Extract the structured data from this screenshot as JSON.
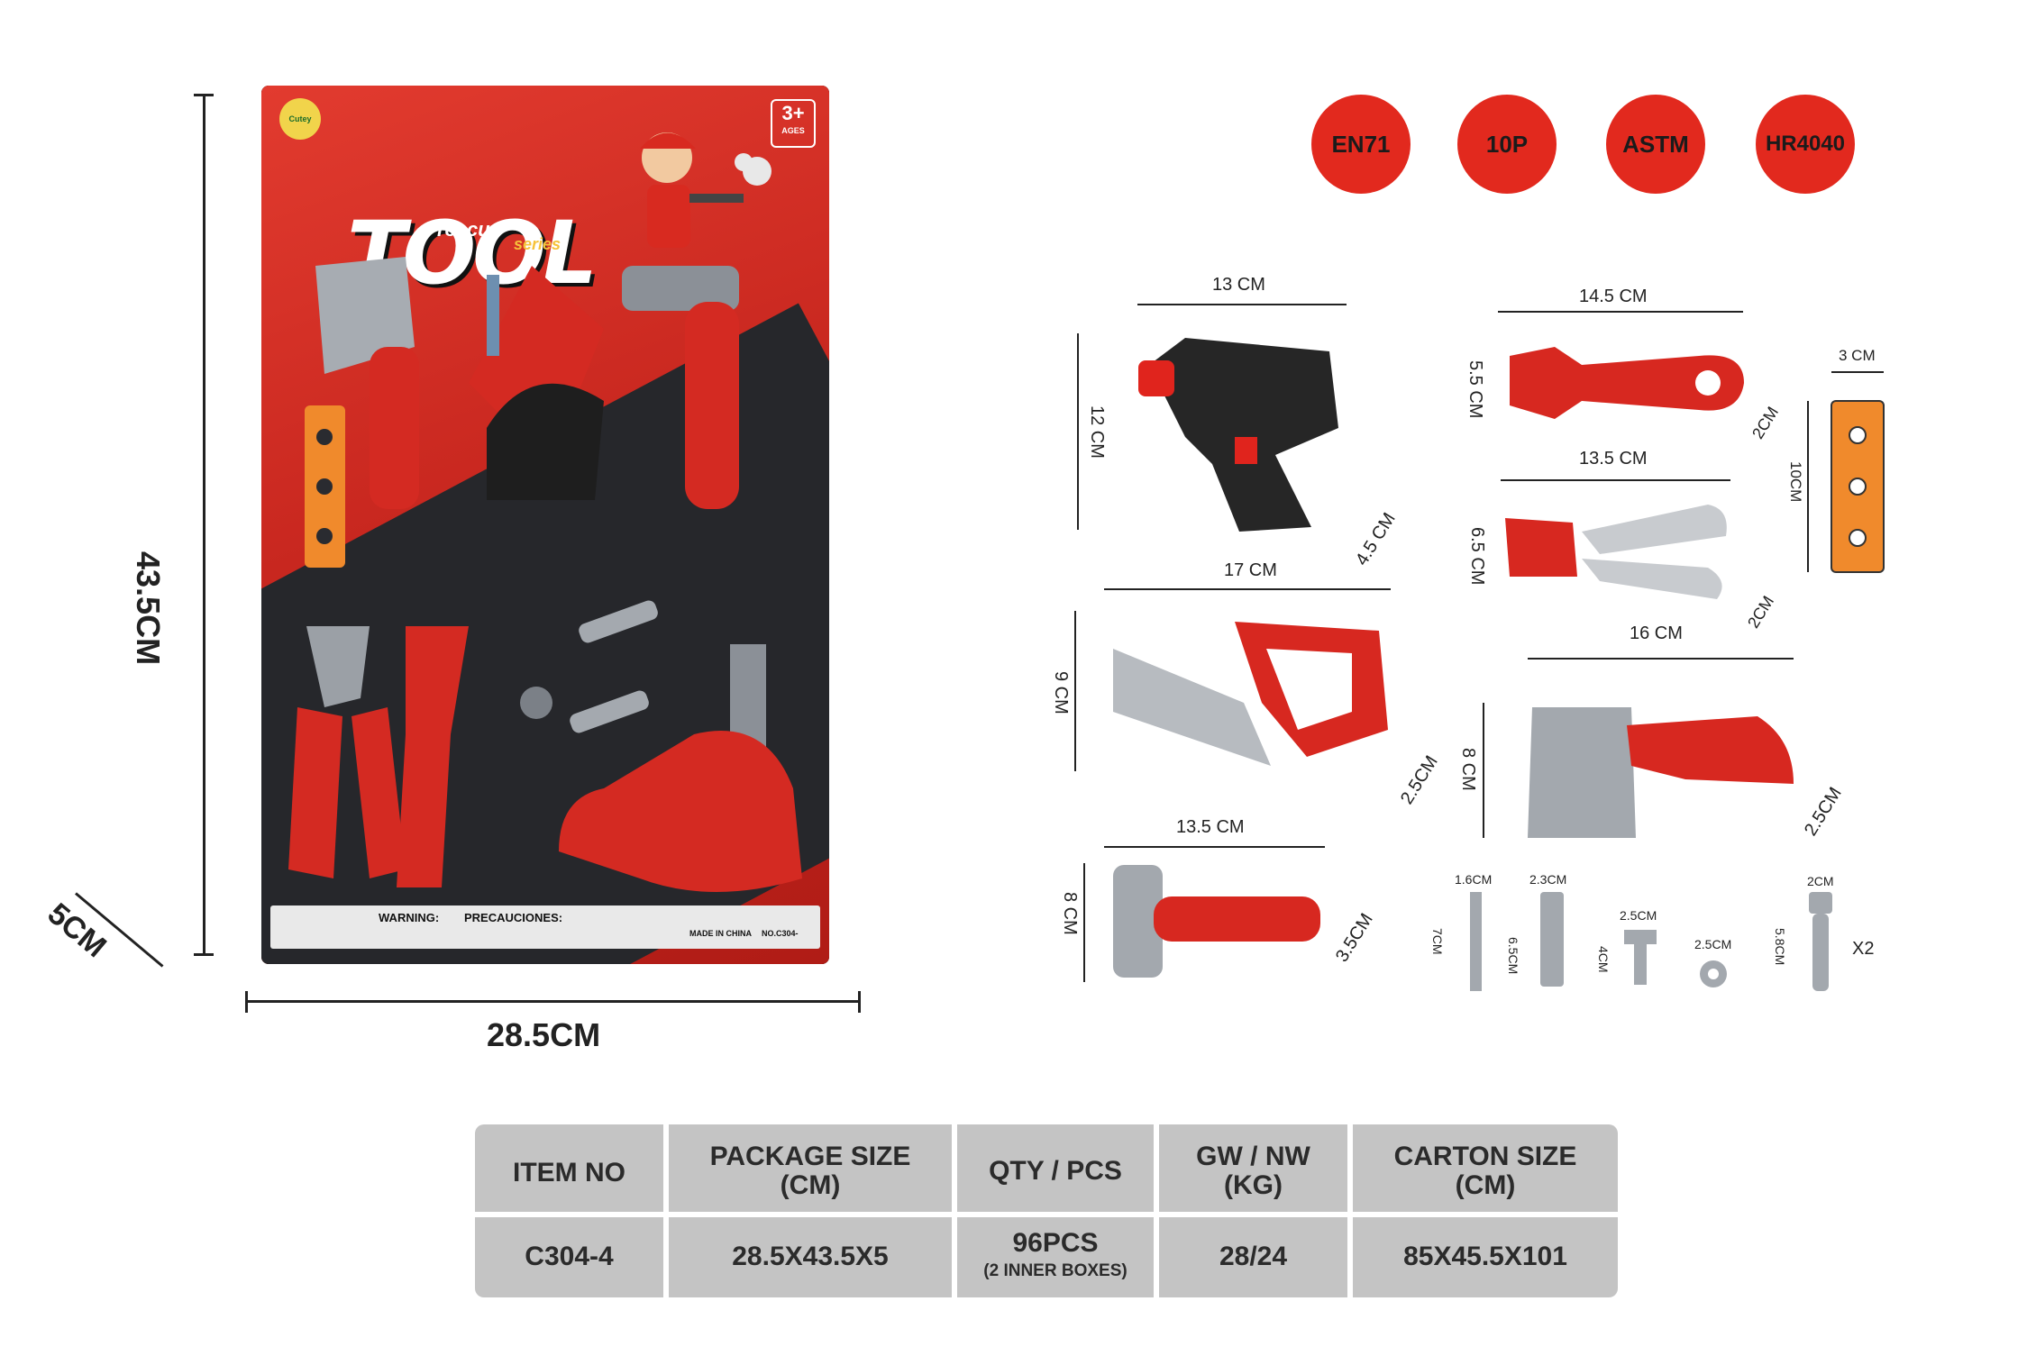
{
  "certifications": [
    "EN71",
    "10P",
    "ASTM",
    "HR4040"
  ],
  "package": {
    "logo": "TOOL",
    "subtitle_1": "rescue",
    "subtitle_2": "series",
    "age": "3+",
    "age_label": "AGES",
    "brand": "Cutey",
    "warning": "WARNING:",
    "precautions": "PRECAUCIONES:",
    "made_in": "MADE IN CHINA",
    "model": "NO.C304-"
  },
  "package_dimensions": {
    "height": "43.5CM",
    "depth": "5CM",
    "width": "28.5CM"
  },
  "parts": {
    "drill": {
      "width": "13 CM",
      "height": "12 CM",
      "thickness": "4.5 CM"
    },
    "saw": {
      "width": "17 CM",
      "height": "9 CM",
      "thickness": "2.5CM"
    },
    "hammer": {
      "width": "13.5 CM",
      "height": "8 CM",
      "thickness": "3.5CM"
    },
    "wrench": {
      "width": "14.5 CM",
      "height": "5.5 CM",
      "thickness": "2CM"
    },
    "pliers": {
      "width": "13.5 CM",
      "height": "6.5 CM",
      "thickness": "2CM"
    },
    "axe": {
      "width": "16 CM",
      "height": "8 CM",
      "thickness": "2.5CM"
    },
    "block": {
      "width": "3 CM",
      "height": "10CM"
    },
    "screw_1": {
      "width": "1.6CM",
      "height": "7CM"
    },
    "screw_2": {
      "width": "2.3CM",
      "height": "6.5CM"
    },
    "bolt": {
      "width": "2.5CM",
      "height": "4CM"
    },
    "nut": {
      "width": "2.5CM"
    },
    "peg": {
      "width": "2CM",
      "height": "5.8CM",
      "quantity": "X2"
    }
  },
  "spec_table": {
    "headers": [
      "ITEM  NO",
      "PACKAGE SIZE\n(CM)",
      "QTY / PCS",
      "GW / NW\n(KG)",
      "CARTON SIZE\n(CM)"
    ],
    "row": {
      "item_no": "C304-4",
      "package_size": "28.5X43.5X5",
      "qty": "96PCS",
      "qty_note": "(2 INNER BOXES)",
      "weight": "28/24",
      "carton_size": "85X45.5X101"
    }
  },
  "colors": {
    "accent_red": "#e2291e",
    "table_gray": "#c4c4c4",
    "card_dark": "#2a2b30"
  }
}
